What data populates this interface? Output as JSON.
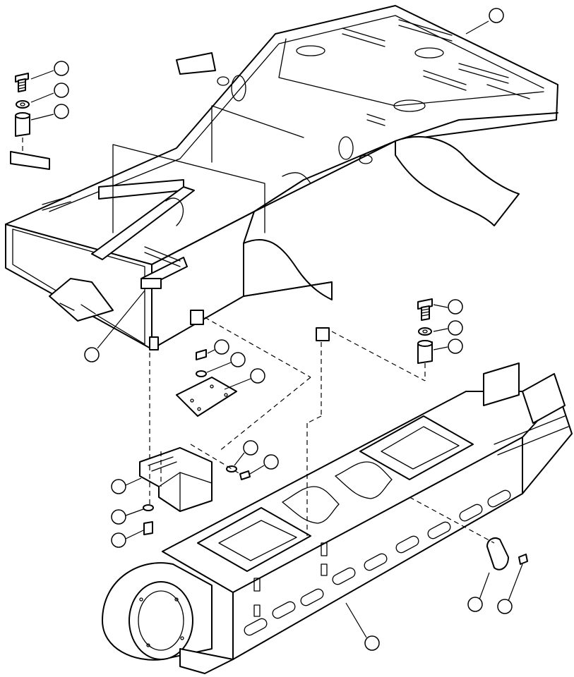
{
  "diagram": {
    "kind": "exploded parts illustration",
    "callouts": [
      {
        "id": "main-frame"
      },
      {
        "id": "frame-bolt"
      },
      {
        "id": "frame-washer"
      },
      {
        "id": "frame-spacer"
      },
      {
        "id": "crossmember"
      },
      {
        "id": "right-bolt"
      },
      {
        "id": "right-washer"
      },
      {
        "id": "right-spacer"
      },
      {
        "id": "plate-bolt"
      },
      {
        "id": "plate-washer"
      },
      {
        "id": "cover-plate"
      },
      {
        "id": "bracket-nut"
      },
      {
        "id": "bracket-bolt"
      },
      {
        "id": "bracket"
      },
      {
        "id": "lower-nut"
      },
      {
        "id": "lower-bolt"
      },
      {
        "id": "cover-disc"
      },
      {
        "id": "disc-bolt"
      },
      {
        "id": "track-frame"
      }
    ]
  }
}
